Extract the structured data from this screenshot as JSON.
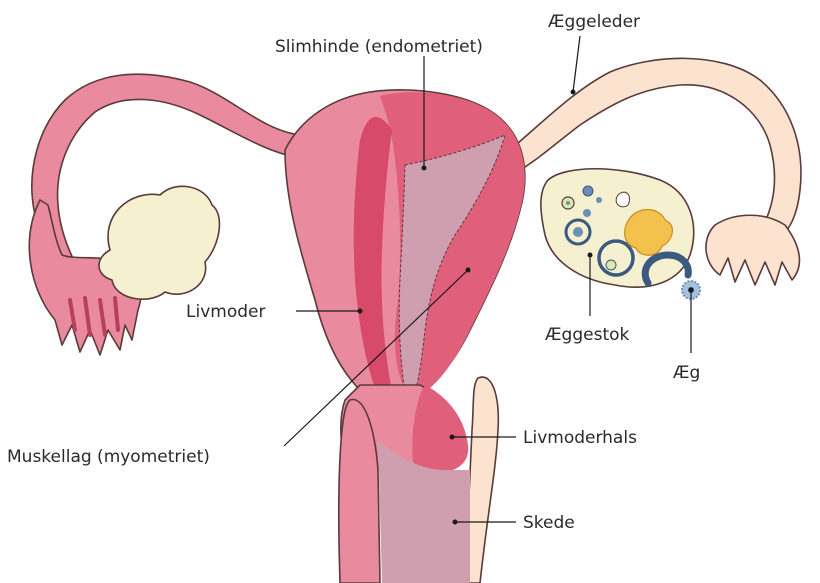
{
  "labels": {
    "endometrium": "Slimhinde (endometriet)",
    "fallopian_tube": "Æggeleder",
    "uterus": "Livmoder",
    "ovary": "Æggestok",
    "egg": "Æg",
    "myometrium": "Muskellag (myometriet)",
    "cervix": "Livmoderhals",
    "vagina": "Skede"
  },
  "colors": {
    "tissue_pink": "#e98a9e",
    "deep_pink": "#e0607c",
    "muscle_red": "#d84a6a",
    "tube_cream": "#fbe3cf",
    "ovary_cream": "#f5f0cf",
    "follicle_blue": "#6b8fb5",
    "corpus_yellow": "#f2c14e",
    "inner_mauve": "#cf9fb0"
  }
}
